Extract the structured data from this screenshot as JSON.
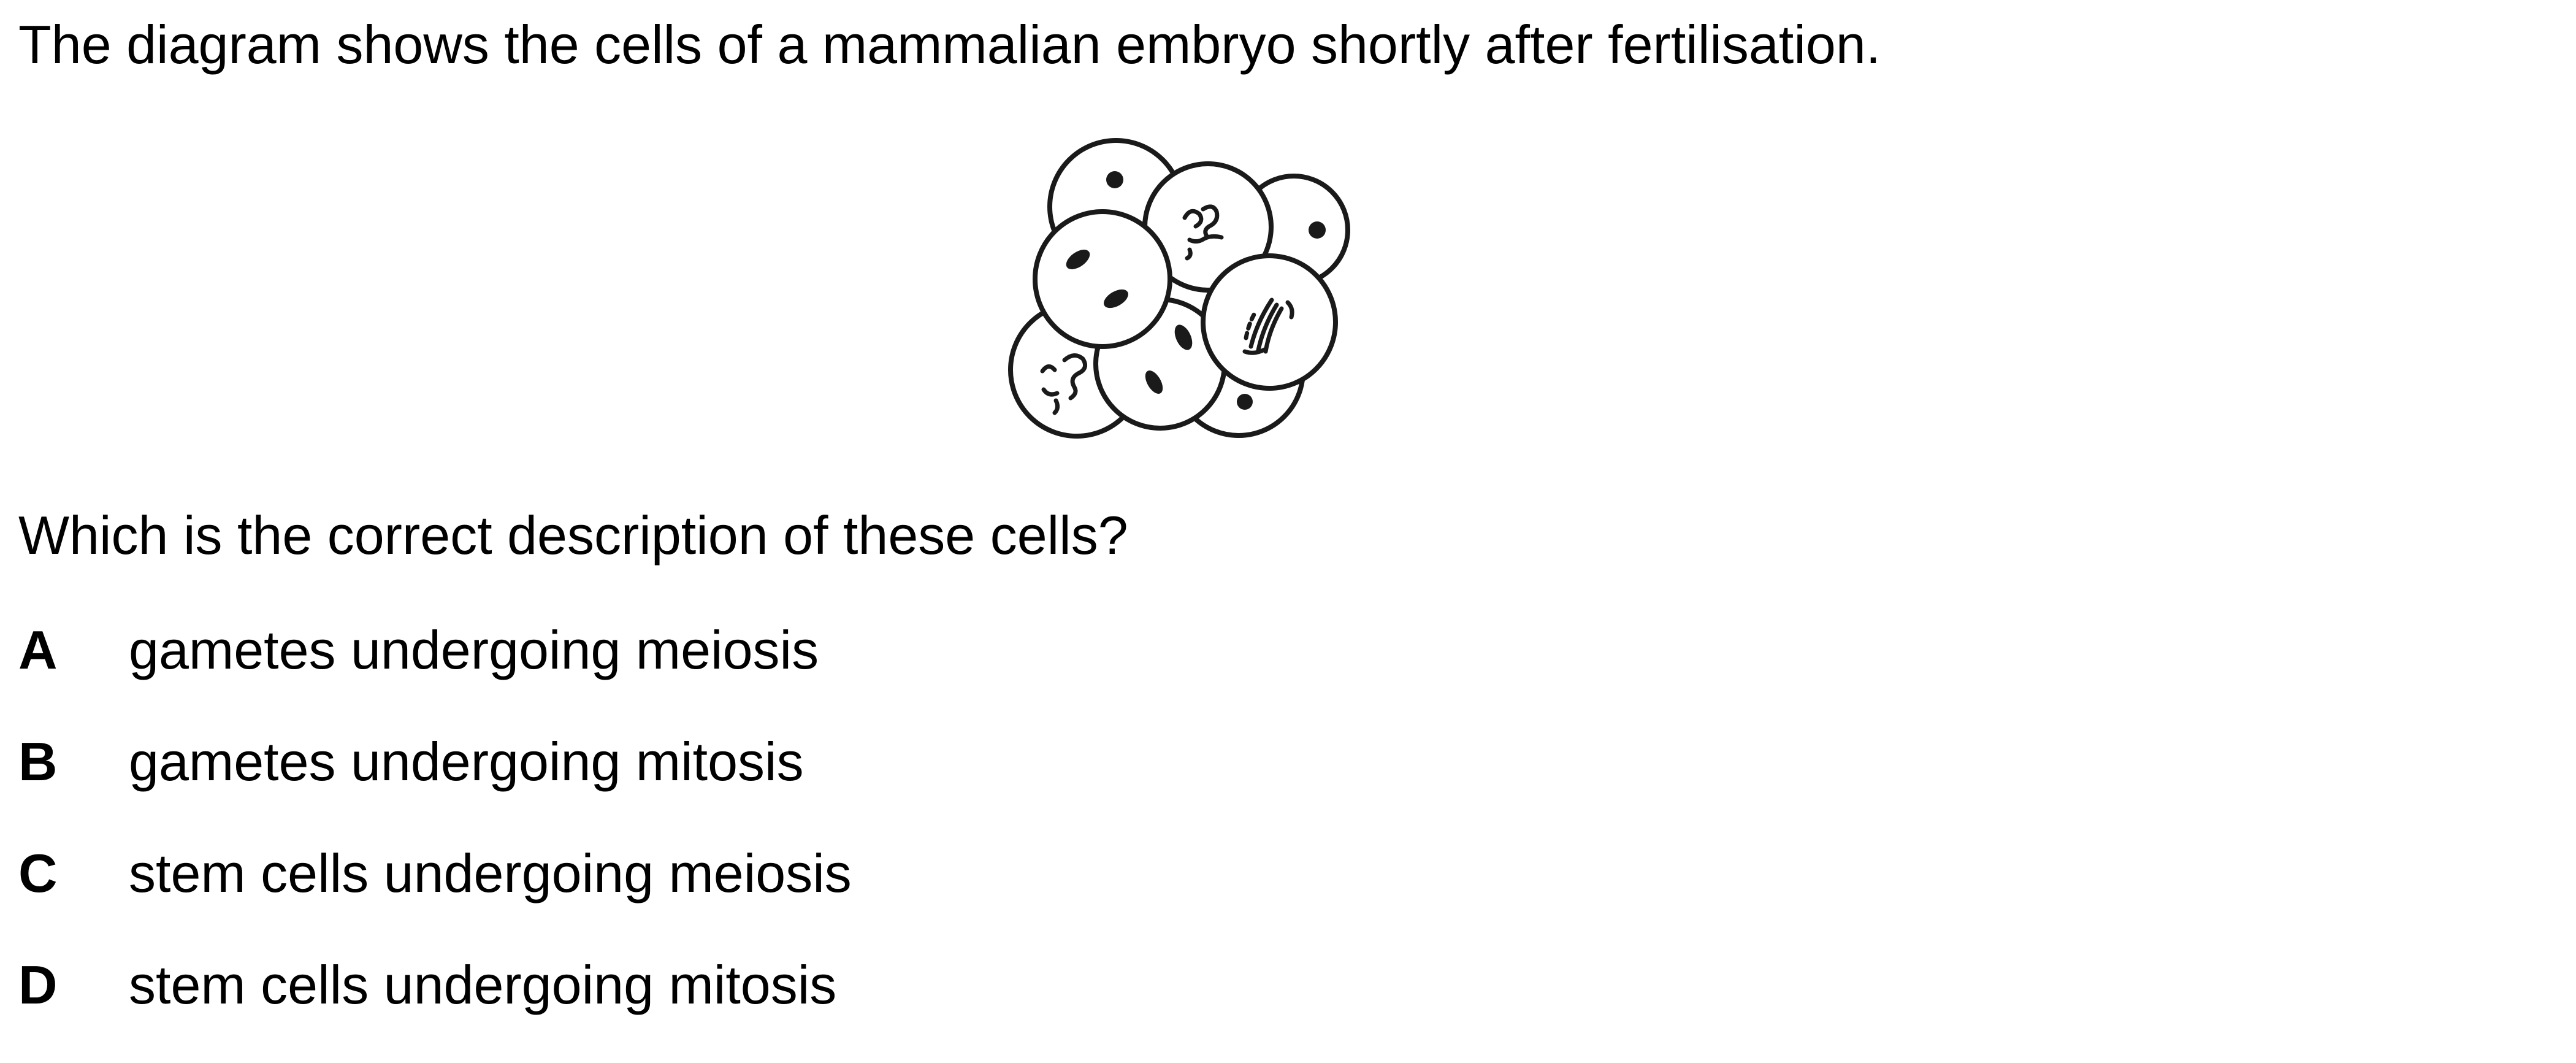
{
  "question": {
    "intro": "The diagram shows the cells of a mammalian embryo shortly after fertilisation.",
    "stem": "Which is the correct description of these cells?",
    "options": [
      {
        "letter": "A",
        "text": "gametes undergoing meiosis"
      },
      {
        "letter": "B",
        "text": "gametes undergoing mitosis"
      },
      {
        "letter": "C",
        "text": "stem cells undergoing meiosis"
      },
      {
        "letter": "D",
        "text": "stem cells undergoing mitosis"
      }
    ]
  },
  "figure": {
    "type": "embryo-cell-cluster",
    "cell_count": 8,
    "stroke_color": "#1a1a1a",
    "fill_color": "#ffffff"
  }
}
